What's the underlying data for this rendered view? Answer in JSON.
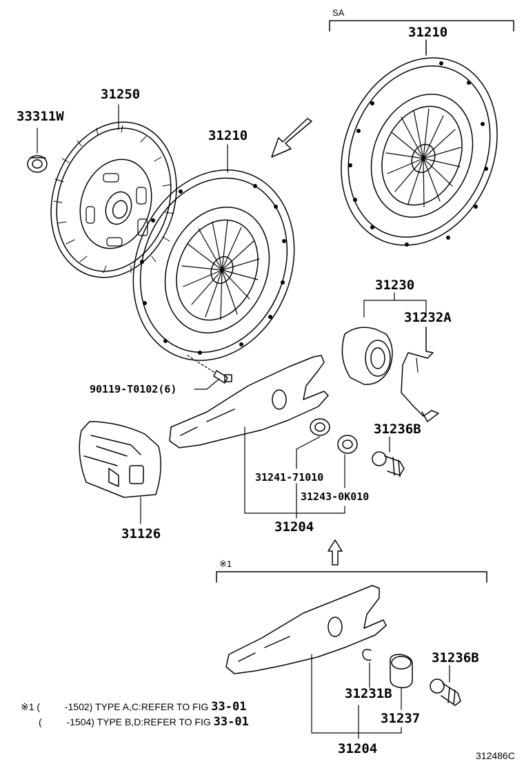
{
  "labels": {
    "sa_tag": "SA",
    "part_31210_sa": "31210",
    "part_31250": "31250",
    "part_33311w": "33311W",
    "part_31210": "31210",
    "part_31230": "31230",
    "part_31232a": "31232A",
    "part_90119": "90119-T0102(6)",
    "part_31236b_top": "31236B",
    "part_31241": "31241-71010",
    "part_31243": "31243-0K010",
    "part_31204_top": "31204",
    "part_31126": "31126",
    "note_mark_tag": "※1",
    "part_31236b_bottom": "31236B",
    "part_31231b": "31231B",
    "part_31237": "31237",
    "part_31204_bottom": "31204",
    "figure_id": "312486C"
  },
  "notes": [
    {
      "prefix": "※1 (",
      "range": "-1502) TYPE A,C:REFER TO FIG",
      "fig": "33-01"
    },
    {
      "prefix": "(",
      "range": "-1504) TYPE B,D:REFER TO FIG",
      "fig": "33-01"
    }
  ]
}
